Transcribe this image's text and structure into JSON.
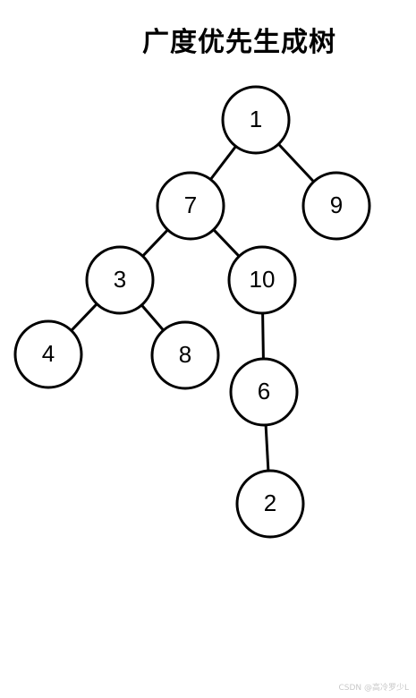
{
  "title": "广度优先生成树",
  "watermark": "CSDN @高冷罗少L",
  "colors": {
    "stroke": "#000000",
    "node_fill": "#ffffff",
    "background": "#ffffff"
  },
  "tree": {
    "root": "1",
    "nodes": [
      "1",
      "7",
      "9",
      "3",
      "10",
      "4",
      "8",
      "6",
      "2"
    ],
    "edges": [
      [
        "1",
        "7"
      ],
      [
        "1",
        "9"
      ],
      [
        "7",
        "3"
      ],
      [
        "7",
        "10"
      ],
      [
        "3",
        "4"
      ],
      [
        "3",
        "8"
      ],
      [
        "10",
        "6"
      ],
      [
        "6",
        "2"
      ]
    ]
  }
}
